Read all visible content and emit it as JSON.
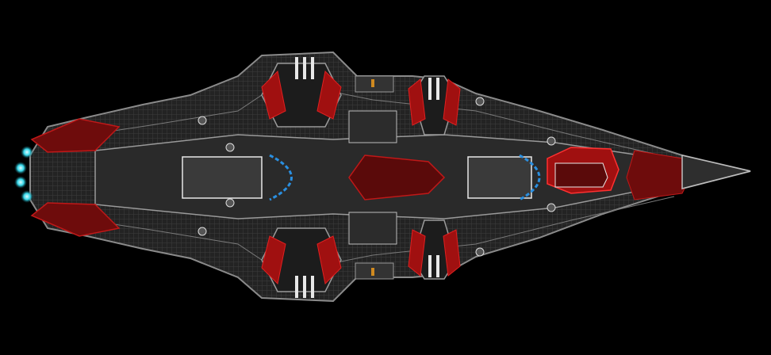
{
  "scene": {
    "background": "#000000",
    "subject": "starship-top-view"
  },
  "palette": {
    "hull_dark": "#1f1f1f",
    "hull_mid": "#3a3a3a",
    "panel_line": "#8a8a8a",
    "panel_light": "#bdbdbd",
    "accent_red": "#c01818",
    "accent_red_dark": "#6e0c0c",
    "engine_glow": "#35d6e8",
    "window_blue": "#2a8fe0",
    "highlight_white": "#e8e8e8",
    "warning_orange": "#d08a20"
  },
  "components": {
    "engines": 4,
    "turret_groups": 4,
    "forward_red_cluster": 1
  }
}
